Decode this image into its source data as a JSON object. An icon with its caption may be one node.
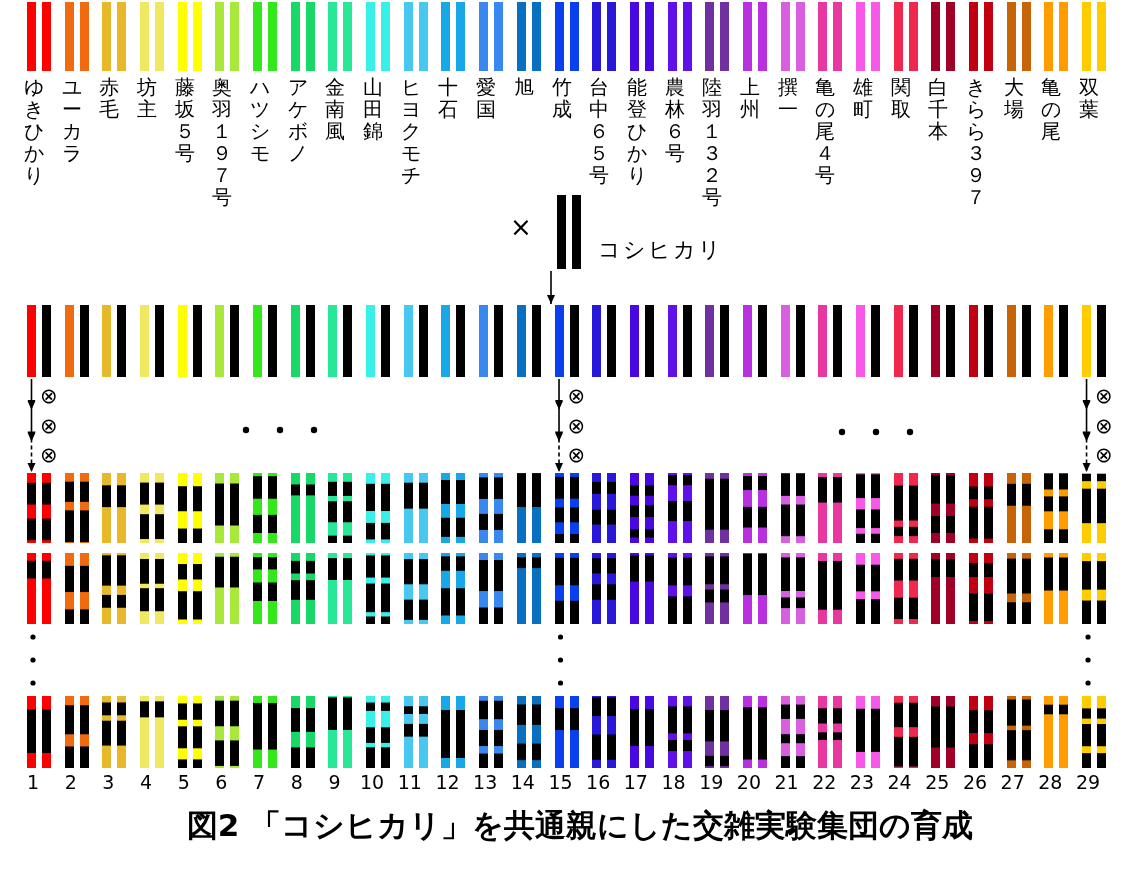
{
  "diagram": {
    "caption": "図2 「コシヒカリ」を共通親にした交雑実験集団の育成",
    "nodes": [
      {
        "text": [
          "ゆきひかり"
        ]
      },
      {
        "text": [
          "ユーカラ"
        ]
      },
      {
        "text": [
          "赤毛"
        ]
      },
      {
        "text": [
          "坊主"
        ]
      },
      {
        "text": [
          "藤坂５号"
        ]
      },
      {
        "text": [
          "奥羽１９７号"
        ]
      },
      {
        "text": [
          "ハツシモ"
        ]
      },
      {
        "text": [
          "アケボノ"
        ]
      },
      {
        "text": [
          "金南風"
        ]
      },
      {
        "text": [
          "山田錦"
        ]
      },
      {
        "text": [
          "ヒヨクモチ"
        ]
      },
      {
        "text": [
          "十石"
        ]
      },
      {
        "text": [
          "愛国"
        ]
      },
      {
        "text": [
          "旭"
        ]
      },
      {
        "text": [
          "竹成"
        ]
      },
      {
        "text": [
          "台中６５号"
        ]
      },
      {
        "text": [
          "能登ひかり"
        ]
      },
      {
        "text": [
          "農林６号"
        ]
      },
      {
        "text": [
          "陸羽１３２号"
        ]
      },
      {
        "text": [
          "上州"
        ]
      },
      {
        "text": [
          "撰一"
        ]
      },
      {
        "text": [
          "亀の尾４号"
        ]
      },
      {
        "text": [
          "雄町"
        ]
      },
      {
        "text": [
          "関取"
        ]
      },
      {
        "text": [
          "白千本"
        ]
      },
      {
        "text": [
          "きらら３９７"
        ]
      },
      {
        "text": [
          "大場"
        ]
      },
      {
        "text": [
          "亀の尾"
        ]
      },
      {
        "text": [
          "双葉"
        ]
      },
      {
        "text": [
          "コシヒカリ"
        ]
      },
      {
        "text": [],
        "shape": "bar"
      },
      {
        "text": [],
        "shape": "bar"
      },
      {
        "text": [],
        "shape": "bar"
      },
      {
        "text": [],
        "shape": "bar"
      },
      {
        "text": [],
        "shape": "bar"
      },
      {
        "text": [],
        "shape": "bar"
      },
      {
        "text": [],
        "shape": "bar"
      },
      {
        "text": [],
        "shape": "bar"
      },
      {
        "text": [],
        "shape": "bar"
      },
      {
        "text": [],
        "shape": "bar"
      },
      {
        "text": [],
        "shape": "bar"
      },
      {
        "text": [],
        "shape": "bar"
      },
      {
        "text": [],
        "shape": "bar"
      },
      {
        "text": [],
        "shape": "bar"
      },
      {
        "text": [],
        "shape": "bar"
      },
      {
        "text": [],
        "shape": "bar"
      },
      {
        "text": [],
        "shape": "bar"
      },
      {
        "text": [],
        "shape": "bar"
      },
      {
        "text": [],
        "shape": "bar"
      },
      {
        "text": [],
        "shape": "bar"
      },
      {
        "text": [],
        "shape": "bar"
      },
      {
        "text": [],
        "shape": "bar"
      },
      {
        "text": [],
        "shape": "bar"
      },
      {
        "text": [],
        "shape": "bar"
      },
      {
        "text": [],
        "shape": "bar"
      },
      {
        "text": [],
        "shape": "bar"
      },
      {
        "text": [],
        "shape": "bar"
      },
      {
        "text": [],
        "shape": "bar"
      },
      {
        "text": [],
        "shape": "bar"
      },
      {
        "text": [],
        "shape": "bar"
      },
      {
        "text": [],
        "shape": "bar"
      },
      {
        "text": [],
        "shape": "bar"
      },
      {
        "text": [],
        "shape": "bar"
      },
      {
        "text": [],
        "shape": "bar"
      },
      {
        "text": [],
        "shape": "bar"
      },
      {
        "text": [],
        "shape": "bar"
      },
      {
        "text": [],
        "shape": "bar"
      },
      {
        "text": [],
        "shape": "bar"
      },
      {
        "text": [],
        "shape": "bar"
      },
      {
        "text": [],
        "shape": "bar"
      },
      {
        "text": [],
        "shape": "bar"
      },
      {
        "text": [],
        "shape": "bar"
      },
      {
        "text": [],
        "shape": "bar"
      },
      {
        "text": [],
        "shape": "bar"
      },
      {
        "text": [],
        "shape": "bar"
      },
      {
        "text": [],
        "shape": "bar"
      },
      {
        "text": [],
        "shape": "bar"
      },
      {
        "text": [],
        "shape": "bar"
      },
      {
        "text": [],
        "shape": "bar"
      },
      {
        "text": [],
        "shape": "bar"
      },
      {
        "text": [],
        "shape": "bar"
      },
      {
        "text": [],
        "shape": "bar"
      },
      {
        "text": [],
        "shape": "bar"
      },
      {
        "text": [],
        "shape": "bar"
      },
      {
        "text": [],
        "shape": "bar"
      },
      {
        "text": [],
        "shape": "bar"
      },
      {
        "text": [],
        "shape": "bar"
      },
      {
        "text": [],
        "shape": "bar"
      },
      {
        "text": [],
        "shape": "bar"
      },
      {
        "text": [],
        "shape": "bar"
      },
      {
        "text": [],
        "shape": "bar"
      },
      {
        "text": [],
        "shape": "bar"
      },
      {
        "text": [],
        "shape": "bar"
      },
      {
        "text": [],
        "shape": "bar"
      },
      {
        "text": [],
        "shape": "bar"
      },
      {
        "text": [],
        "shape": "bar"
      },
      {
        "text": [],
        "shape": "bar"
      },
      {
        "text": [],
        "shape": "bar"
      },
      {
        "text": [],
        "shape": "bar"
      },
      {
        "text": [],
        "shape": "bar"
      },
      {
        "text": [],
        "shape": "bar"
      },
      {
        "text": [],
        "shape": "bar"
      },
      {
        "text": [],
        "shape": "bar"
      },
      {
        "text": [],
        "shape": "bar"
      },
      {
        "text": [],
        "shape": "bar"
      },
      {
        "text": [],
        "shape": "bar"
      },
      {
        "text": [],
        "shape": "bar"
      },
      {
        "text": [],
        "shape": "bar"
      },
      {
        "text": [],
        "shape": "bar"
      },
      {
        "text": [],
        "shape": "bar"
      },
      {
        "text": [],
        "shape": "bar"
      },
      {
        "text": [],
        "shape": "bar"
      },
      {
        "text": [],
        "shape": "bar"
      },
      {
        "text": [],
        "shape": "bar"
      },
      {
        "text": [],
        "shape": "bar"
      },
      {
        "text": [],
        "shape": "bar"
      },
      {
        "text": [],
        "shape": "bar"
      },
      {
        "text": [],
        "shape": "bar"
      },
      {
        "text": [],
        "shape": "bar"
      },
      {
        "text": [],
        "shape": "bar"
      },
      {
        "text": [],
        "shape": "bar"
      },
      {
        "text": [],
        "shape": "bar"
      },
      {
        "text": [],
        "shape": "bar"
      },
      {
        "text": [],
        "shape": "bar"
      },
      {
        "text": [],
        "shape": "bar"
      },
      {
        "text": [],
        "shape": "bar"
      },
      {
        "text": [],
        "shape": "bar"
      },
      {
        "text": [],
        "shape": "bar"
      },
      {
        "text": [],
        "shape": "bar"
      },
      {
        "text": [],
        "shape": "bar"
      },
      {
        "text": [],
        "shape": "bar"
      },
      {
        "text": [],
        "shape": "bar"
      },
      {
        "text": [],
        "shape": "bar"
      },
      {
        "text": [],
        "shape": "bar"
      },
      {
        "text": [],
        "shape": "bar"
      },
      {
        "text": [],
        "shape": "bar"
      },
      {
        "text": [],
        "shape": "bar"
      },
      {
        "text": [],
        "shape": "bar"
      },
      {
        "text": [],
        "shape": "bar"
      },
      {
        "text": [],
        "shape": "bar"
      },
      {
        "text": [],
        "shape": "bar"
      },
      {
        "text": [],
        "shape": "bar"
      },
      {
        "text": [],
        "shape": "bar"
      },
      {
        "text": [],
        "shape": "bar"
      },
      {
        "text": [],
        "shape": "bar"
      },
      {
        "text": [],
        "shape": "bar"
      }
    ],
    "edges": [
      {
        "from": 29,
        "to": 44,
        "arrow": "to"
      },
      {
        "from": 30,
        "to": 59,
        "arrow": "to",
        "style": "dashed"
      },
      {
        "from": 44,
        "to": 73,
        "arrow": "to",
        "style": "dashed"
      },
      {
        "from": 58,
        "to": 87,
        "arrow": "to",
        "style": "dashed"
      }
    ],
    "labels": [
      "×",
      "⊗",
      "⊗",
      "⊗",
      "⊗",
      "⊗",
      "⊗",
      "⊗",
      "⊗",
      "⊗",
      "1",
      "2",
      "3",
      "4",
      "5",
      "6",
      "7",
      "8",
      "9",
      "10",
      "11",
      "12",
      "13",
      "14",
      "15",
      "16",
      "17",
      "18",
      "19",
      "20",
      "21",
      "22",
      "23",
      "24",
      "25",
      "26",
      "27",
      "28",
      "29"
    ]
  }
}
